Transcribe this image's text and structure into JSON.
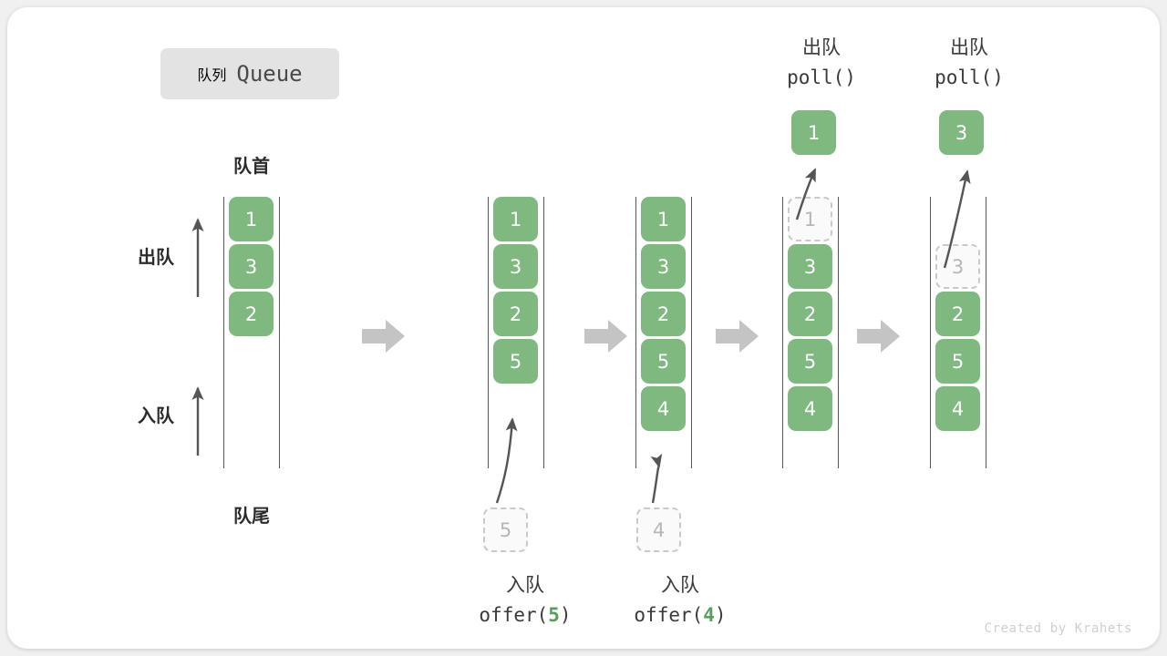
{
  "title": {
    "cn": "队列",
    "en": "Queue"
  },
  "labels": {
    "front": "队首",
    "rear": "队尾",
    "dequeue_side": "出队",
    "enqueue_side": "入队"
  },
  "colors": {
    "element": "#7fb980",
    "ghost_text": "#b6b6b6",
    "rail": "#555555",
    "step_arrow": "#c4c4c4",
    "badge_bg": "#e3e3e3",
    "text": "#2b2b2b",
    "accent_arg": "#5a9e5e",
    "canvas": "#ffffff",
    "watermark": "#cfcfcf"
  },
  "operations": {
    "offer5": {
      "cn": "入队",
      "code_prefix": "offer(",
      "arg": "5",
      "code_suffix": ")"
    },
    "offer4": {
      "cn": "入队",
      "code_prefix": "offer(",
      "arg": "4",
      "code_suffix": ")"
    },
    "poll1": {
      "cn": "出队",
      "code": "poll()"
    },
    "poll2": {
      "cn": "出队",
      "code": "poll()"
    }
  },
  "stages": [
    {
      "name": "initial",
      "cells": [
        {
          "value": "1",
          "state": "filled"
        },
        {
          "value": "3",
          "state": "filled"
        },
        {
          "value": "2",
          "state": "filled"
        }
      ],
      "incoming": null,
      "outgoing": null
    },
    {
      "name": "after-offer-5",
      "cells": [
        {
          "value": "1",
          "state": "filled"
        },
        {
          "value": "3",
          "state": "filled"
        },
        {
          "value": "2",
          "state": "filled"
        },
        {
          "value": "5",
          "state": "filled"
        }
      ],
      "incoming": {
        "value": "5",
        "state": "ghost"
      },
      "outgoing": null
    },
    {
      "name": "after-offer-4",
      "cells": [
        {
          "value": "1",
          "state": "filled"
        },
        {
          "value": "3",
          "state": "filled"
        },
        {
          "value": "2",
          "state": "filled"
        },
        {
          "value": "5",
          "state": "filled"
        },
        {
          "value": "4",
          "state": "filled"
        }
      ],
      "incoming": {
        "value": "4",
        "state": "ghost"
      },
      "outgoing": null
    },
    {
      "name": "after-poll-1",
      "cells": [
        {
          "value": "1",
          "state": "ghost"
        },
        {
          "value": "3",
          "state": "filled"
        },
        {
          "value": "2",
          "state": "filled"
        },
        {
          "value": "5",
          "state": "filled"
        },
        {
          "value": "4",
          "state": "filled"
        }
      ],
      "incoming": null,
      "outgoing": {
        "value": "1",
        "state": "floating"
      }
    },
    {
      "name": "after-poll-3",
      "cells": [
        {
          "value": "",
          "state": "empty"
        },
        {
          "value": "3",
          "state": "ghost"
        },
        {
          "value": "2",
          "state": "filled"
        },
        {
          "value": "5",
          "state": "filled"
        },
        {
          "value": "4",
          "state": "filled"
        }
      ],
      "incoming": null,
      "outgoing": {
        "value": "3",
        "state": "floating"
      }
    }
  ],
  "watermark": "Created by Krahets"
}
